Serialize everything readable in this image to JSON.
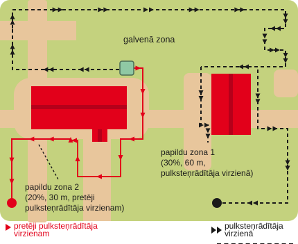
{
  "labels": {
    "main_zone": "galvenā zona",
    "zone1": [
      "papildu zona 1",
      "(30%, 60 m,",
      "pulksteņrādītāja virzienā)"
    ],
    "zone2": [
      "papildu zona 2",
      "(20%, 30 m, pretēji",
      "pulksteņrādītāja virzienam)"
    ]
  },
  "legend": {
    "counterclockwise": [
      "pretēji pulksteņrādītāja",
      "virzienam"
    ],
    "clockwise": [
      "pulksteņrādītāja",
      "virzienā"
    ]
  },
  "colors": {
    "lawn": "#c4d27e",
    "path": "#e8c69c",
    "obstacle": "#e2001a",
    "red_wire": "#e2001a",
    "guide_wire": "#1a1a1a",
    "charging_station": "#8fc8a4"
  },
  "icons": {
    "charging_station": "charging-station-icon",
    "ccw_arrow": "single-arrow-icon",
    "cw_arrow": "double-arrow-icon"
  }
}
